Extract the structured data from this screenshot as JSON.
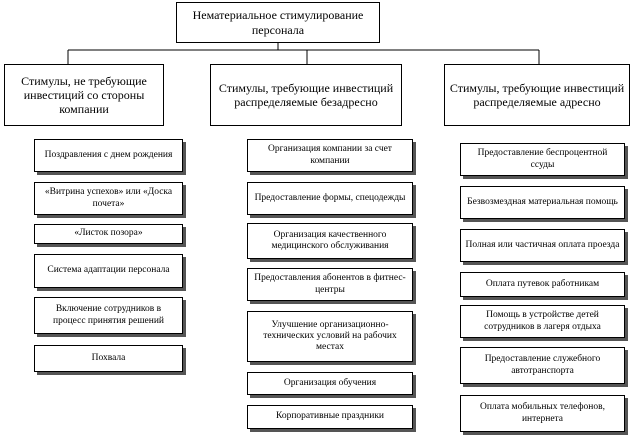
{
  "root": {
    "label": "Нематериальное стимулирование персонала"
  },
  "categories": [
    {
      "label": "Стимулы, не требующие инвестиций со стороны компании",
      "items": [
        "Поздравления с днем рождения",
        "«Витрина успехов» или «Доска почета»",
        "«Листок позора»",
        "Система адаптации персонала",
        "Включение сотрудников в процесс принятия решений",
        "Похвала"
      ]
    },
    {
      "label": "Стимулы, требующие инвестиций распределяемые безадресно",
      "items": [
        "Организация компании за счет компании",
        "Предоставление формы, спецодежды",
        "Организация качественного медицинского обслуживания",
        "Предоставления абонентов в фитнес-центры",
        "Улучшение организационно-технических условий на рабочих местах",
        "Организация обучения",
        "Корпоративные праздники"
      ]
    },
    {
      "label": "Стимулы, требующие инвестиций распределяемые адресно",
      "items": [
        "Предоставление беспроцентной ссуды",
        "Безвозмездная материальная помощь",
        "Полная или частичная оплата проезда",
        "Оплата путевок работникам",
        "Помощь в устройстве детей сотрудников в лагеря отдыха",
        "Предоставление служебного автотранспорта",
        "Оплата мобильных телефонов, интернета"
      ]
    }
  ]
}
